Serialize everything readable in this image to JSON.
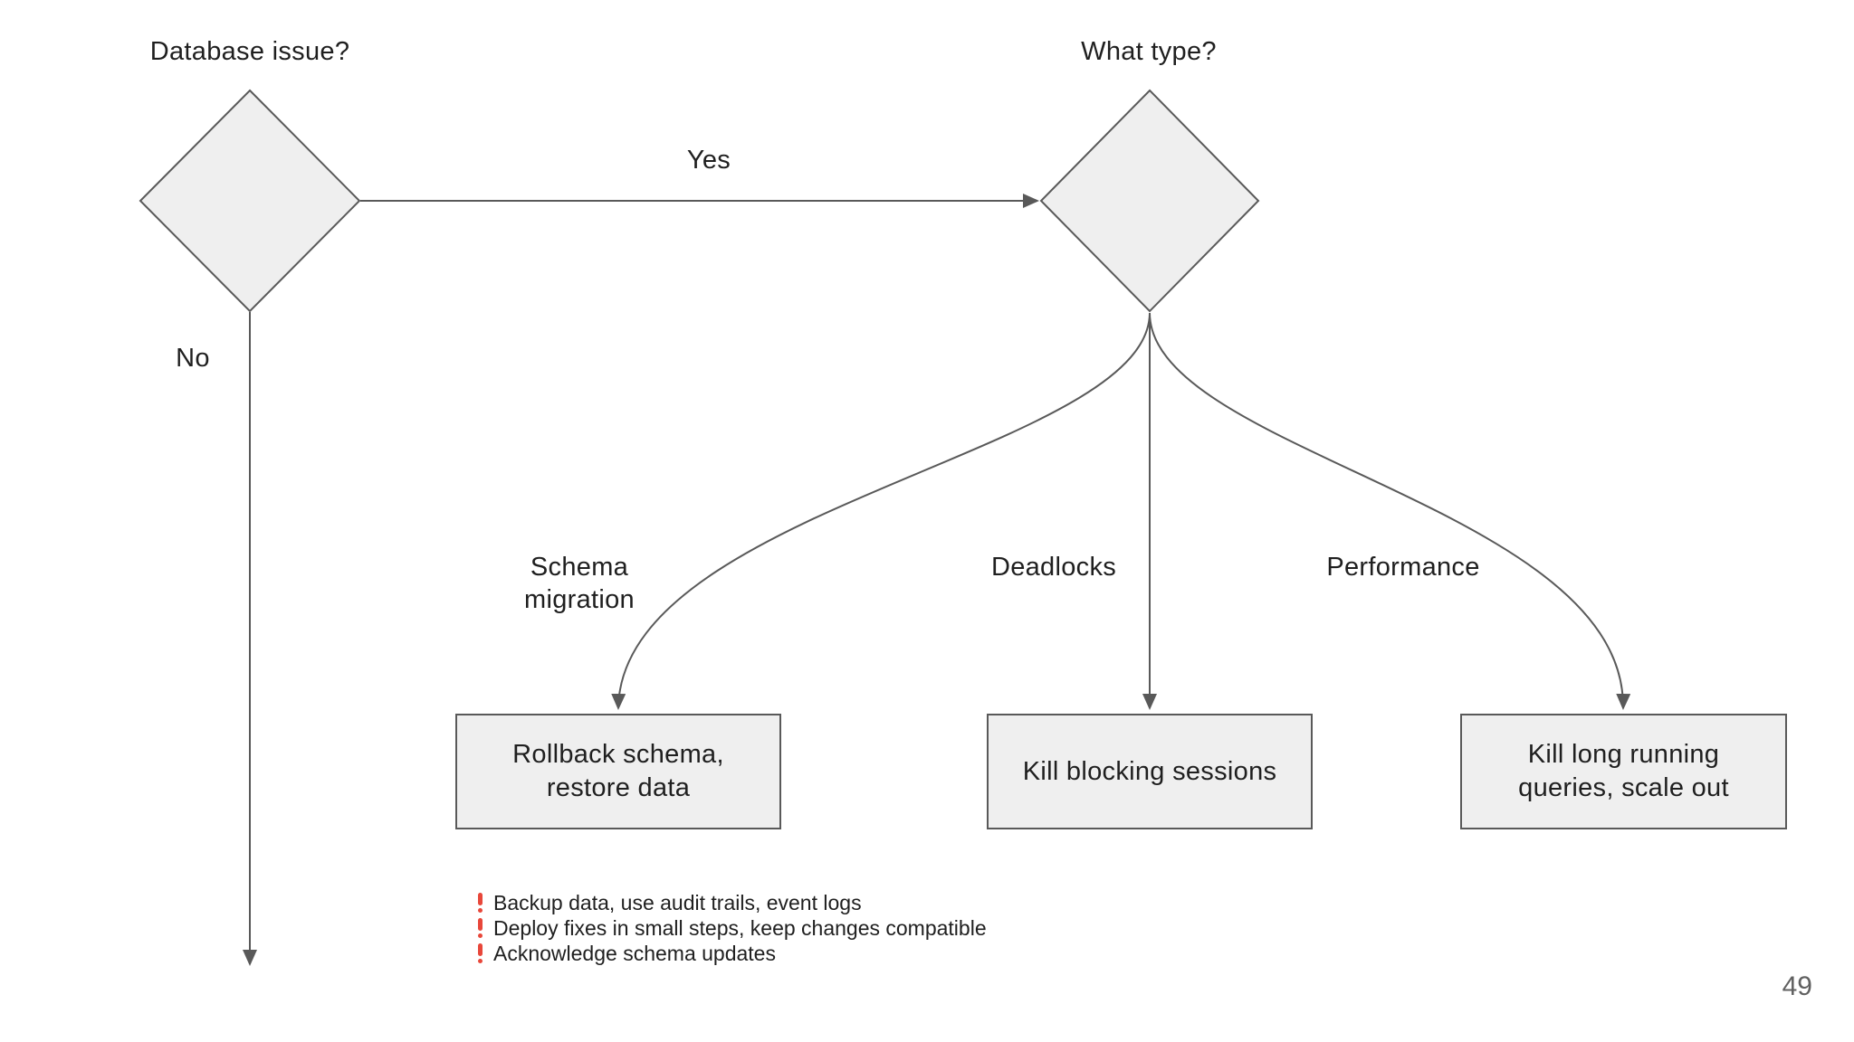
{
  "slide": {
    "page_number": "49",
    "colors": {
      "shape_fill": "#efefef",
      "shape_stroke": "#595959",
      "text": "#1f1f1f",
      "warning_red": "#e8473a",
      "page_number_gray": "#606060"
    },
    "flowchart": {
      "decisions": [
        {
          "label": "Database issue?"
        },
        {
          "label": "What type?"
        }
      ],
      "edge_labels": {
        "yes": "Yes",
        "no": "No",
        "schema_migration": "Schema migration",
        "deadlocks": "Deadlocks",
        "performance": "Performance"
      },
      "actions": [
        {
          "label": "Rollback schema, restore data"
        },
        {
          "label": "Kill blocking sessions"
        },
        {
          "label": "Kill long running queries, scale out"
        }
      ]
    },
    "notes": [
      {
        "icon": "exclamation",
        "text": "Backup data, use audit trails, event logs"
      },
      {
        "icon": "exclamation",
        "text": "Deploy fixes in small steps, keep changes compatible"
      },
      {
        "icon": "exclamation",
        "text": "Acknowledge schema updates"
      }
    ]
  }
}
